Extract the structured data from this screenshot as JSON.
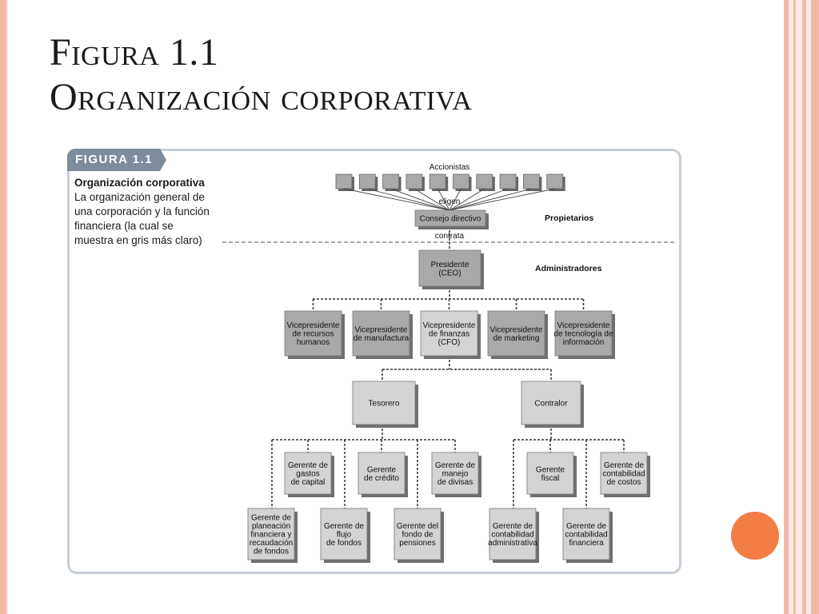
{
  "slide": {
    "title_line1": "Figura 1.1",
    "title_line2": "Organización corporativa"
  },
  "figure": {
    "tab_label": "FIGURA 1.1",
    "caption_heading": "Organización corporativa",
    "caption_body": "La organización general de una corporación y la función financiera (la cual se muestra en gris más claro)"
  },
  "colors": {
    "accent_orange": "#f27d45",
    "border_salmon": "#f4b9a6",
    "card_border": "#c5cdd8",
    "tab_fill": "#7f8c9d",
    "box_dark": "#a9a9a9",
    "box_light": "#d3d3d3"
  },
  "diagram": {
    "labels": {
      "shareholders": "Accionistas",
      "elect": "eligen",
      "hires": "contrata",
      "owners": "Propietarios",
      "managers": "Administradores"
    },
    "shareholder_count": 10,
    "nodes": {
      "board": [
        "Consejo directivo"
      ],
      "ceo": [
        "Presidente",
        "(CEO)"
      ],
      "vp_hr": [
        "Vicepresidente",
        "de recursos",
        "humanos"
      ],
      "vp_mfg": [
        "Vicepresidente",
        "de manufactura"
      ],
      "vp_fin": [
        "Vicepresidente",
        "de finanzas",
        "(CFO)"
      ],
      "vp_mkt": [
        "Vicepresidente",
        "de marketing"
      ],
      "vp_it": [
        "Vicepresidente",
        "de tecnología de",
        "información"
      ],
      "treasurer": [
        "Tesorero"
      ],
      "controller": [
        "Contralor"
      ],
      "capex_mgr": [
        "Gerente de",
        "gastos",
        "de capital"
      ],
      "credit_mgr": [
        "Gerente",
        "de crédito"
      ],
      "fx_mgr": [
        "Gerente de",
        "manejo",
        "de divisas"
      ],
      "tax_mgr": [
        "Gerente",
        "fiscal"
      ],
      "cost_mgr": [
        "Gerente de",
        "contabilidad",
        "de costos"
      ],
      "planning_mgr": [
        "Gerente de",
        "planeación",
        "financiera y",
        "recaudación",
        "de fondos"
      ],
      "cashflow_mgr": [
        "Gerente de",
        "flujo",
        "de fondos"
      ],
      "pension_mgr": [
        "Gerente del",
        "fondo de",
        "pensiones"
      ],
      "mgmt_acct_mgr": [
        "Gerente de",
        "contabilidad",
        "administrativa"
      ],
      "fin_acct_mgr": [
        "Gerente de",
        "contabilidad",
        "financiera"
      ]
    }
  }
}
